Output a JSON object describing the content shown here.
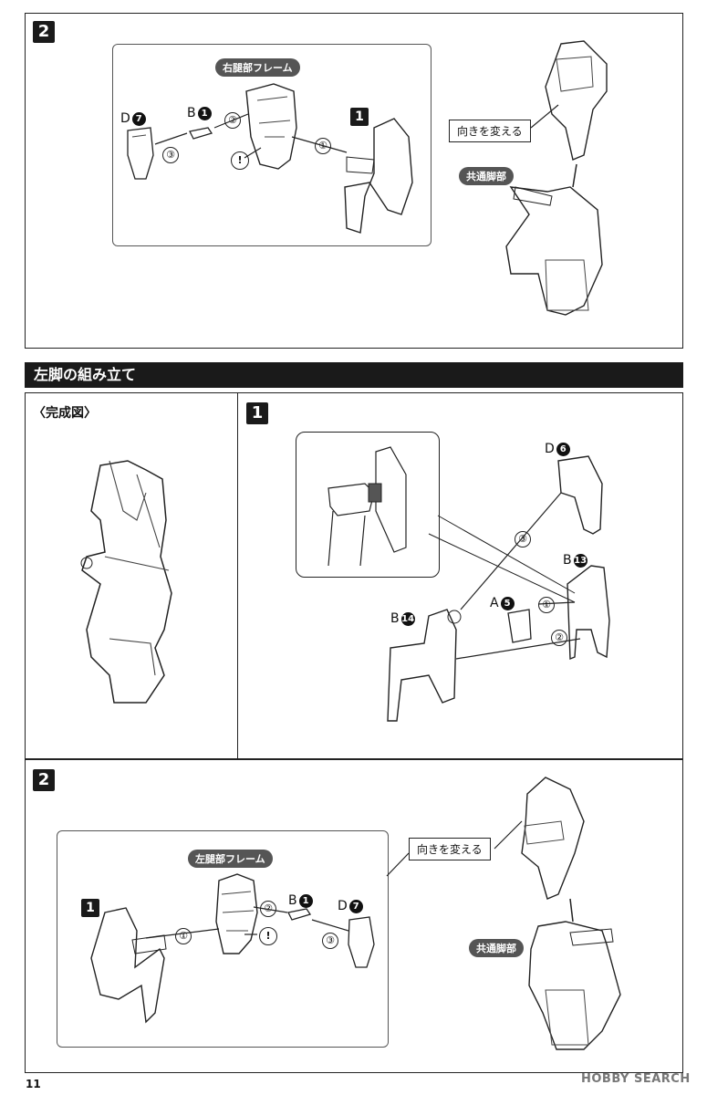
{
  "top_section": {
    "step": "2",
    "frame_label": "右腿部フレーム",
    "part_d": {
      "letter": "D",
      "num": "7"
    },
    "part_b": {
      "letter": "B",
      "num": "1"
    },
    "ref_step": "1",
    "callout": "向きを変える",
    "common_leg": "共通脚部",
    "arrows": [
      "①",
      "②",
      "③"
    ],
    "warning": "!"
  },
  "left_leg_section": {
    "title": "左脚の組み立て",
    "completed_label": "〈完成図〉",
    "step1": {
      "step": "1",
      "parts": {
        "d6": {
          "letter": "D",
          "num": "6"
        },
        "b13": {
          "letter": "B",
          "num": "13"
        },
        "a5": {
          "letter": "A",
          "num": "5"
        },
        "b14": {
          "letter": "B",
          "num": "14"
        }
      },
      "arrows": [
        "①",
        "②",
        "③"
      ]
    },
    "step2": {
      "step": "2",
      "frame_label": "左腿部フレーム",
      "part_b": {
        "letter": "B",
        "num": "1"
      },
      "part_d": {
        "letter": "D",
        "num": "7"
      },
      "ref_step": "1",
      "callout": "向きを変える",
      "common_leg": "共通脚部",
      "arrows": [
        "①",
        "②",
        "③"
      ],
      "warning": "!"
    }
  },
  "footer": {
    "page_number": "11",
    "watermark": "HOBBY SEARCH"
  }
}
